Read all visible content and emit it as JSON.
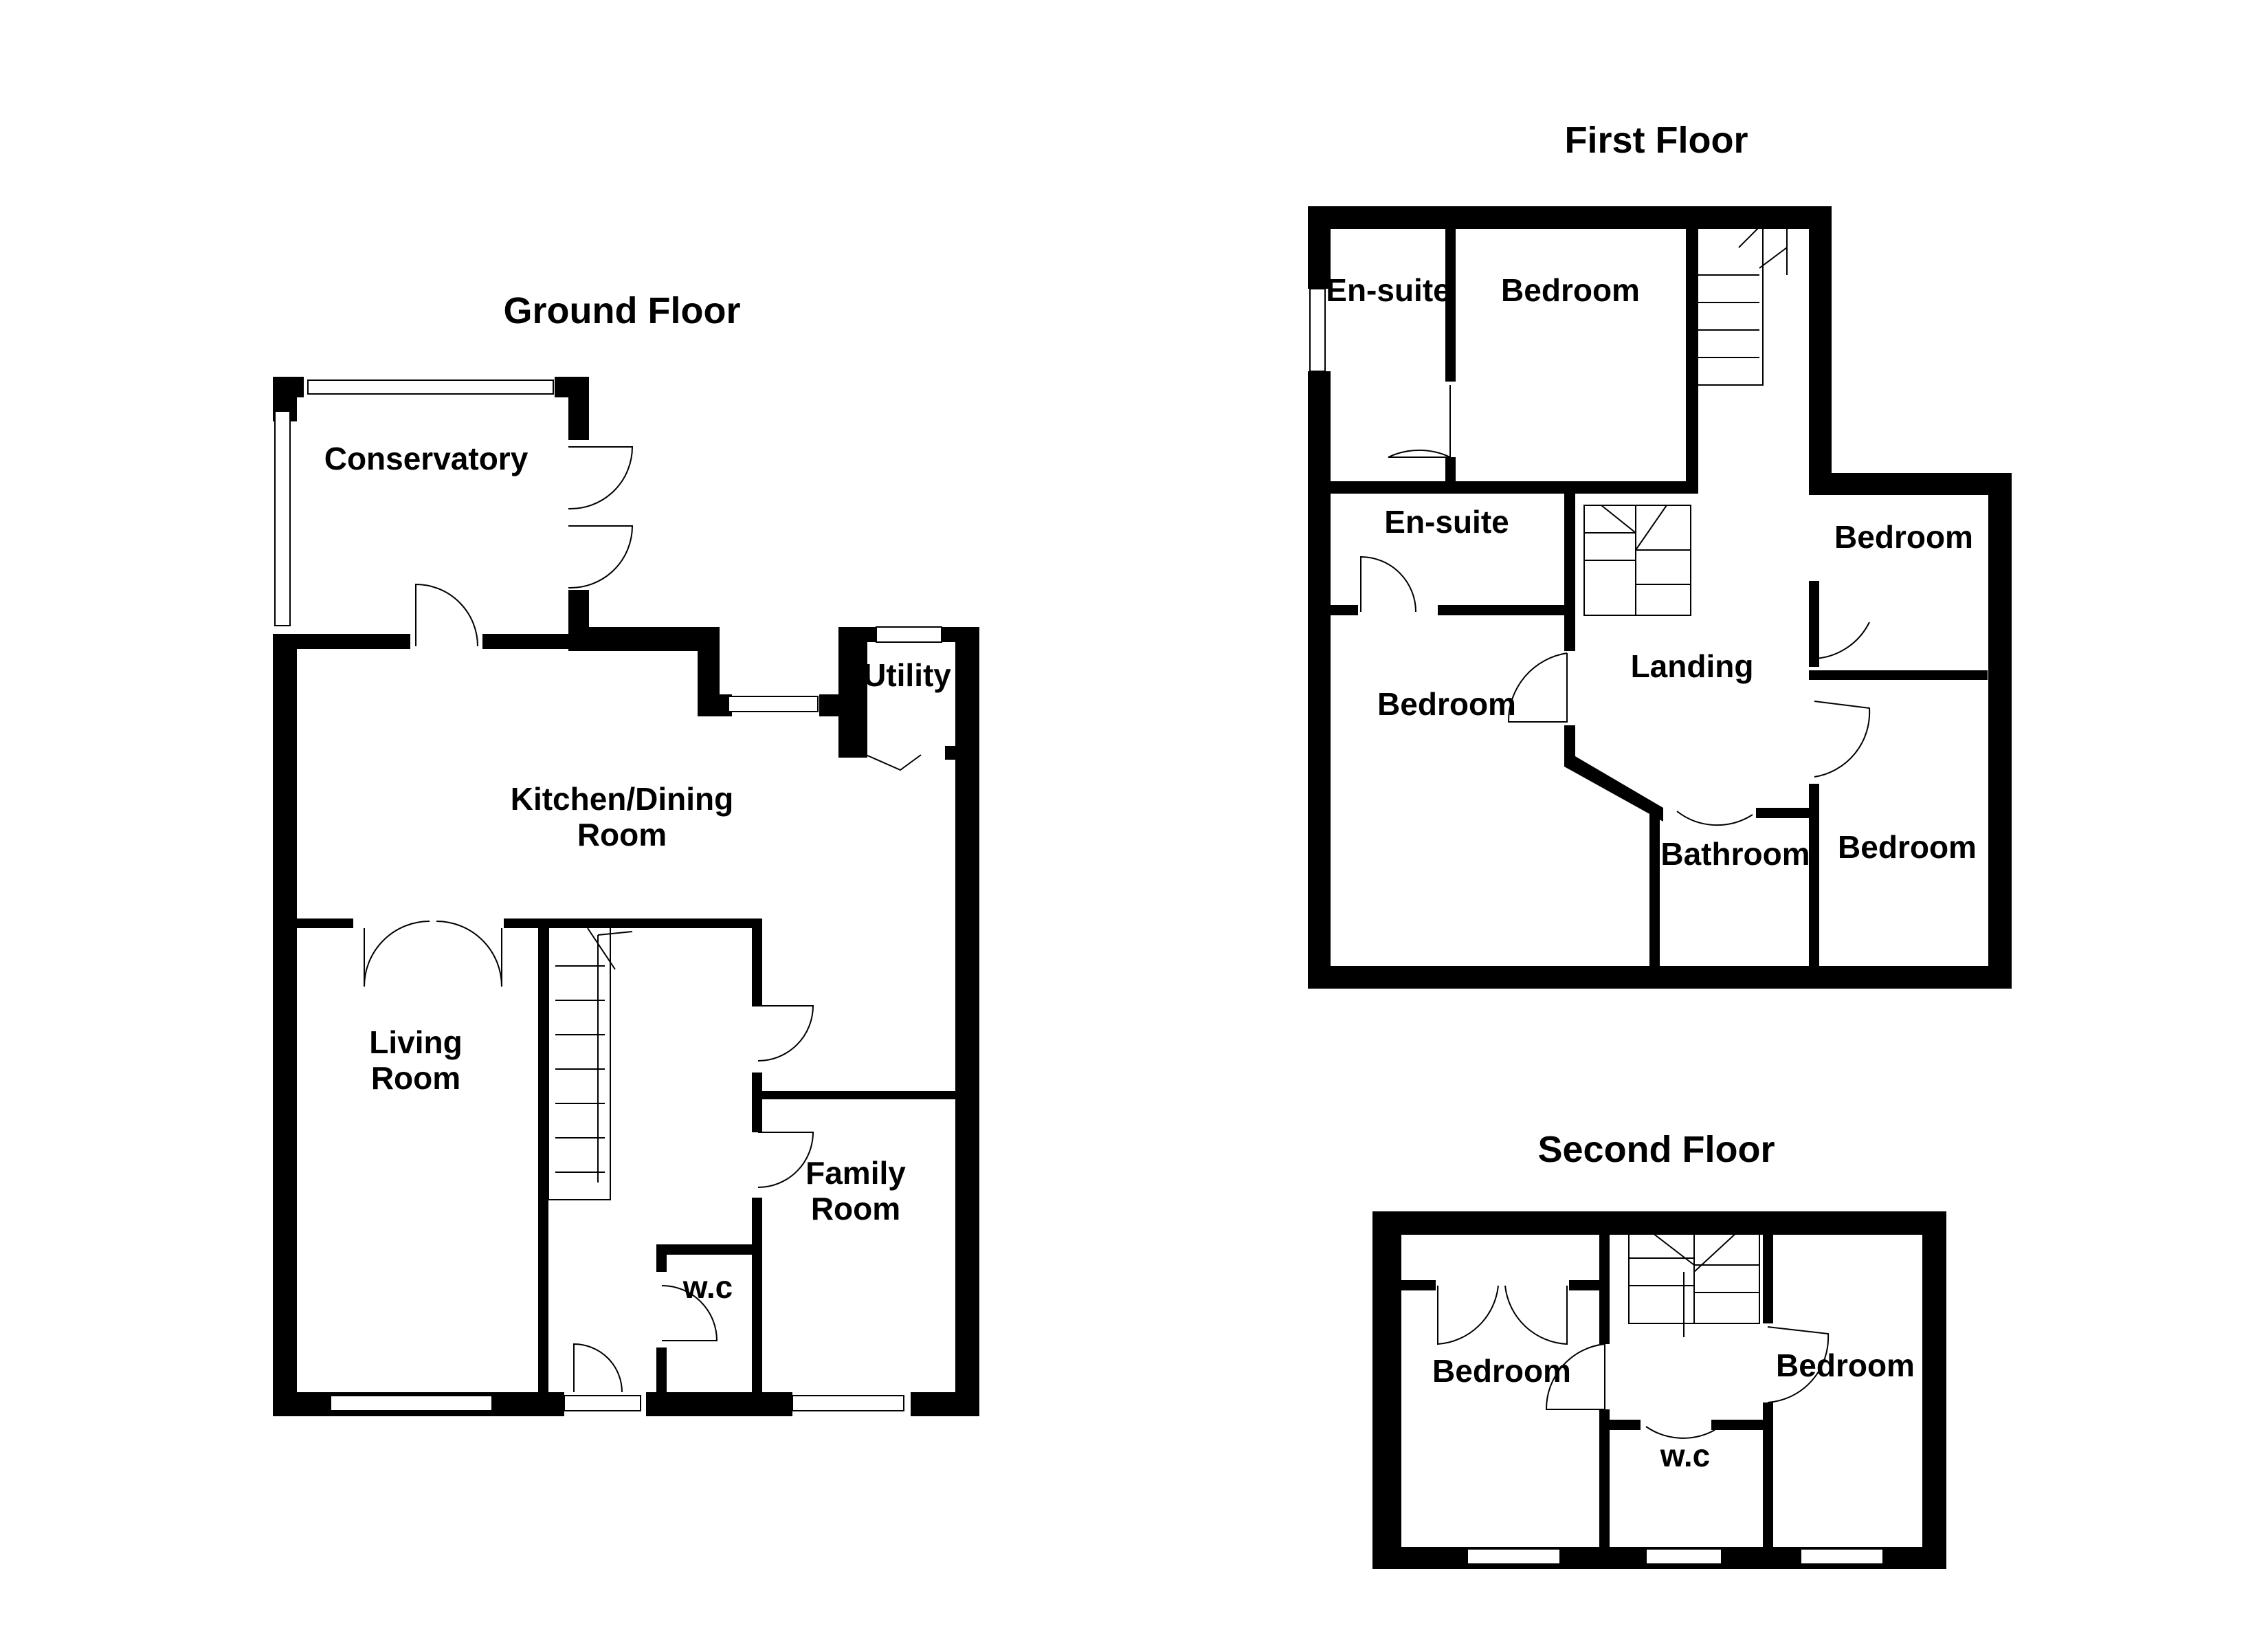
{
  "floors": {
    "ground": {
      "title": "Ground Floor",
      "rooms": {
        "conservatory": "Conservatory",
        "utility": "Utility",
        "kitchen_l1": "Kitchen/Dining",
        "kitchen_l2": "Room",
        "living_l1": "Living",
        "living_l2": "Room",
        "family_l1": "Family",
        "family_l2": "Room",
        "wc": "w.c"
      }
    },
    "first": {
      "title": "First Floor",
      "rooms": {
        "ensuite_1": "En-suite",
        "bedroom_1": "Bedroom",
        "ensuite_2": "En-suite",
        "bedroom_2": "Bedroom",
        "landing": "Landing",
        "bedroom_3": "Bedroom",
        "bathroom": "Bathroom",
        "bedroom_4": "Bedroom"
      }
    },
    "second": {
      "title": "Second Floor",
      "rooms": {
        "bedroom_1": "Bedroom",
        "bedroom_2": "Bedroom",
        "wc": "w.c"
      }
    }
  },
  "colors": {
    "wall": "#000000",
    "background": "#ffffff"
  }
}
